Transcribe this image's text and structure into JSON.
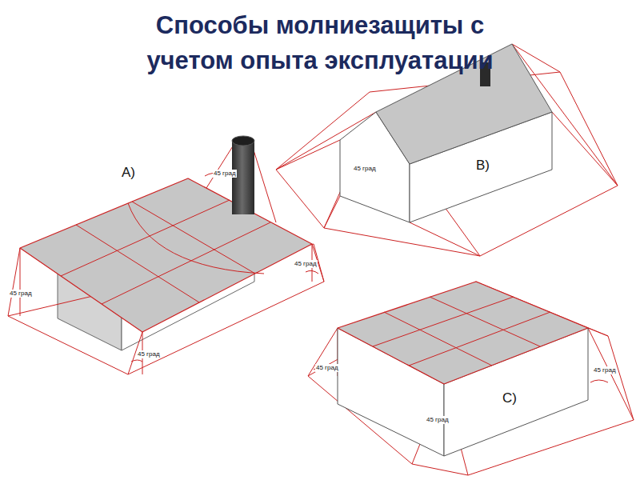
{
  "diagram": {
    "title": "Способы молниезащиты с учетом опыта эксплуатации",
    "labels": [
      "A)",
      "45 град",
      "45 град",
      "45 град",
      "45 град",
      "B)",
      "45 град",
      "C)",
      "45 град",
      "45 град",
      "45 град"
    ]
  }
}
